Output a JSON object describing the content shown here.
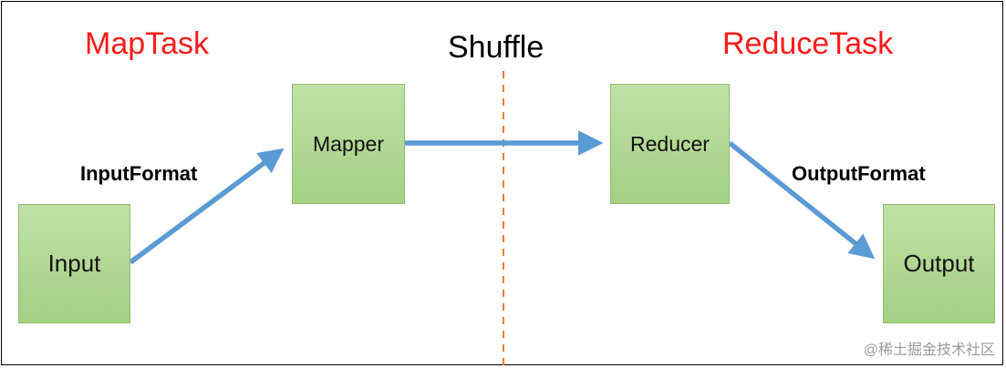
{
  "headings": {
    "map_task": "MapTask",
    "shuffle": "Shuffle",
    "reduce_task": "ReduceTask"
  },
  "nodes": {
    "input": "Input",
    "mapper": "Mapper",
    "reducer": "Reducer",
    "output": "Output"
  },
  "edge_labels": {
    "input_format": "InputFormat",
    "output_format": "OutputFormat"
  },
  "watermark": "@稀土掘金技术社区",
  "colors": {
    "phase_heading": "#ff1a1a",
    "arrow": "#5b9bd5",
    "divider": "#ed7d31",
    "box_fill": "#b3d99a",
    "box_border": "#8fbc71"
  }
}
